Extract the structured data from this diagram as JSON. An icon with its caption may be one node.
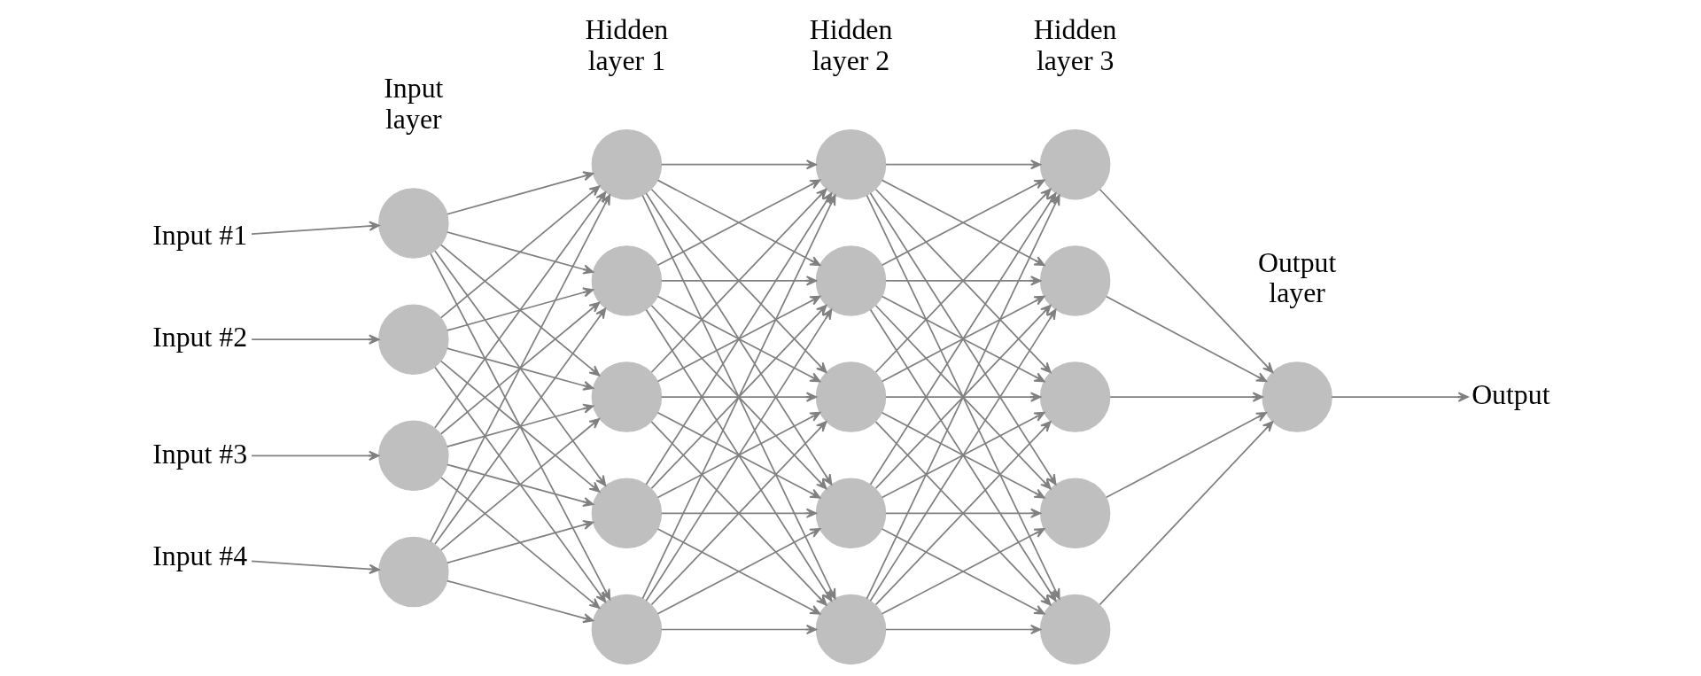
{
  "diagram": {
    "nodes": [
      {
        "text": [
          "Input #1"
        ]
      },
      {
        "text": [
          "Input #2"
        ]
      },
      {
        "text": [
          "Input #3"
        ]
      },
      {
        "text": [
          "Input #4"
        ]
      },
      {
        "text": [],
        "shape": "circle"
      },
      {
        "text": [],
        "shape": "circle"
      },
      {
        "text": [],
        "shape": "circle"
      },
      {
        "text": [],
        "shape": "circle"
      },
      {
        "text": [],
        "shape": "circle"
      },
      {
        "text": [],
        "shape": "circle"
      },
      {
        "text": [],
        "shape": "circle"
      },
      {
        "text": [],
        "shape": "circle"
      },
      {
        "text": [],
        "shape": "circle"
      },
      {
        "text": [],
        "shape": "circle"
      },
      {
        "text": [],
        "shape": "circle"
      },
      {
        "text": [],
        "shape": "circle"
      },
      {
        "text": [],
        "shape": "circle"
      },
      {
        "text": [],
        "shape": "circle"
      },
      {
        "text": [],
        "shape": "circle"
      },
      {
        "text": [],
        "shape": "circle"
      },
      {
        "text": [],
        "shape": "circle"
      },
      {
        "text": [],
        "shape": "circle"
      },
      {
        "text": [],
        "shape": "circle"
      },
      {
        "text": [],
        "shape": "circle"
      },
      {
        "text": [
          "Output"
        ]
      }
    ],
    "edges": [
      {
        "from": 0,
        "to": 4,
        "arrow": "to"
      },
      {
        "from": 1,
        "to": 5,
        "arrow": "to"
      },
      {
        "from": 2,
        "to": 6,
        "arrow": "to"
      },
      {
        "from": 3,
        "to": 7,
        "arrow": "to"
      },
      {
        "from": 4,
        "to": 8,
        "arrow": "to"
      },
      {
        "from": 4,
        "to": 9,
        "arrow": "to"
      },
      {
        "from": 4,
        "to": 10,
        "arrow": "to"
      },
      {
        "from": 4,
        "to": 11,
        "arrow": "to"
      },
      {
        "from": 4,
        "to": 12,
        "arrow": "to"
      },
      {
        "from": 5,
        "to": 8,
        "arrow": "to"
      },
      {
        "from": 5,
        "to": 9,
        "arrow": "to"
      },
      {
        "from": 5,
        "to": 10,
        "arrow": "to"
      },
      {
        "from": 5,
        "to": 11,
        "arrow": "to"
      },
      {
        "from": 5,
        "to": 12,
        "arrow": "to"
      },
      {
        "from": 6,
        "to": 8,
        "arrow": "to"
      },
      {
        "from": 6,
        "to": 9,
        "arrow": "to"
      },
      {
        "from": 6,
        "to": 10,
        "arrow": "to"
      },
      {
        "from": 6,
        "to": 11,
        "arrow": "to"
      },
      {
        "from": 6,
        "to": 12,
        "arrow": "to"
      },
      {
        "from": 7,
        "to": 8,
        "arrow": "to"
      },
      {
        "from": 7,
        "to": 9,
        "arrow": "to"
      },
      {
        "from": 7,
        "to": 10,
        "arrow": "to"
      },
      {
        "from": 7,
        "to": 11,
        "arrow": "to"
      },
      {
        "from": 7,
        "to": 12,
        "arrow": "to"
      },
      {
        "from": 8,
        "to": 13,
        "arrow": "to"
      },
      {
        "from": 8,
        "to": 14,
        "arrow": "to"
      },
      {
        "from": 8,
        "to": 15,
        "arrow": "to"
      },
      {
        "from": 8,
        "to": 16,
        "arrow": "to"
      },
      {
        "from": 8,
        "to": 17,
        "arrow": "to"
      },
      {
        "from": 9,
        "to": 13,
        "arrow": "to"
      },
      {
        "from": 9,
        "to": 14,
        "arrow": "to"
      },
      {
        "from": 9,
        "to": 15,
        "arrow": "to"
      },
      {
        "from": 9,
        "to": 16,
        "arrow": "to"
      },
      {
        "from": 9,
        "to": 17,
        "arrow": "to"
      },
      {
        "from": 10,
        "to": 13,
        "arrow": "to"
      },
      {
        "from": 10,
        "to": 14,
        "arrow": "to"
      },
      {
        "from": 10,
        "to": 15,
        "arrow": "to"
      },
      {
        "from": 10,
        "to": 16,
        "arrow": "to"
      },
      {
        "from": 10,
        "to": 17,
        "arrow": "to"
      },
      {
        "from": 11,
        "to": 13,
        "arrow": "to"
      },
      {
        "from": 11,
        "to": 14,
        "arrow": "to"
      },
      {
        "from": 11,
        "to": 15,
        "arrow": "to"
      },
      {
        "from": 11,
        "to": 16,
        "arrow": "to"
      },
      {
        "from": 11,
        "to": 17,
        "arrow": "to"
      },
      {
        "from": 12,
        "to": 13,
        "arrow": "to"
      },
      {
        "from": 12,
        "to": 14,
        "arrow": "to"
      },
      {
        "from": 12,
        "to": 15,
        "arrow": "to"
      },
      {
        "from": 12,
        "to": 16,
        "arrow": "to"
      },
      {
        "from": 12,
        "to": 17,
        "arrow": "to"
      },
      {
        "from": 13,
        "to": 18,
        "arrow": "to"
      },
      {
        "from": 13,
        "to": 19,
        "arrow": "to"
      },
      {
        "from": 13,
        "to": 20,
        "arrow": "to"
      },
      {
        "from": 13,
        "to": 21,
        "arrow": "to"
      },
      {
        "from": 13,
        "to": 22,
        "arrow": "to"
      },
      {
        "from": 14,
        "to": 18,
        "arrow": "to"
      },
      {
        "from": 14,
        "to": 19,
        "arrow": "to"
      },
      {
        "from": 14,
        "to": 20,
        "arrow": "to"
      },
      {
        "from": 14,
        "to": 21,
        "arrow": "to"
      },
      {
        "from": 14,
        "to": 22,
        "arrow": "to"
      },
      {
        "from": 15,
        "to": 18,
        "arrow": "to"
      },
      {
        "from": 15,
        "to": 19,
        "arrow": "to"
      },
      {
        "from": 15,
        "to": 20,
        "arrow": "to"
      },
      {
        "from": 15,
        "to": 21,
        "arrow": "to"
      },
      {
        "from": 15,
        "to": 22,
        "arrow": "to"
      },
      {
        "from": 16,
        "to": 18,
        "arrow": "to"
      },
      {
        "from": 16,
        "to": 19,
        "arrow": "to"
      },
      {
        "from": 16,
        "to": 20,
        "arrow": "to"
      },
      {
        "from": 16,
        "to": 21,
        "arrow": "to"
      },
      {
        "from": 16,
        "to": 22,
        "arrow": "to"
      },
      {
        "from": 17,
        "to": 18,
        "arrow": "to"
      },
      {
        "from": 17,
        "to": 19,
        "arrow": "to"
      },
      {
        "from": 17,
        "to": 20,
        "arrow": "to"
      },
      {
        "from": 17,
        "to": 21,
        "arrow": "to"
      },
      {
        "from": 17,
        "to": 22,
        "arrow": "to"
      },
      {
        "from": 18,
        "to": 23,
        "arrow": "to"
      },
      {
        "from": 19,
        "to": 23,
        "arrow": "to"
      },
      {
        "from": 20,
        "to": 23,
        "arrow": "to"
      },
      {
        "from": 21,
        "to": 23,
        "arrow": "to"
      },
      {
        "from": 22,
        "to": 23,
        "arrow": "to"
      },
      {
        "from": 23,
        "to": 24,
        "arrow": "to"
      }
    ],
    "labels": [
      "Input layer",
      "Hidden layer 1",
      "Hidden layer 2",
      "Hidden layer 3",
      "Output layer"
    ]
  }
}
